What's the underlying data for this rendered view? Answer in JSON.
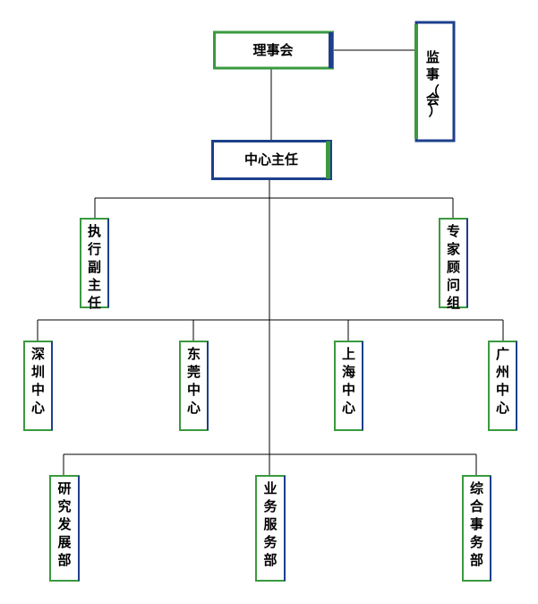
{
  "colors": {
    "green": "#3a9a3f",
    "navy": "#1d3f8c",
    "line": "#000000",
    "text": "#000000"
  },
  "nodes": {
    "board": "理事会",
    "supervisors": [
      "监",
      "事",
      "（",
      "会",
      "）"
    ],
    "director": "中心主任",
    "exec_deputy": [
      "执",
      "行",
      "副",
      "主",
      "任"
    ],
    "expert_group": [
      "专",
      "家",
      "顾",
      "问",
      "组"
    ],
    "shenzhen": [
      "深",
      "圳",
      "中",
      "心"
    ],
    "dongguan": [
      "东",
      "莞",
      "中",
      "心"
    ],
    "shanghai": [
      "上",
      "海",
      "中",
      "心"
    ],
    "guangzhou": [
      "广",
      "州",
      "中",
      "心"
    ],
    "rnd": [
      "研",
      "究",
      "发",
      "展",
      "部"
    ],
    "business": [
      "业",
      "务",
      "服",
      "务",
      "部"
    ],
    "general_affairs": [
      "综",
      "合",
      "事",
      "务",
      "部"
    ]
  }
}
